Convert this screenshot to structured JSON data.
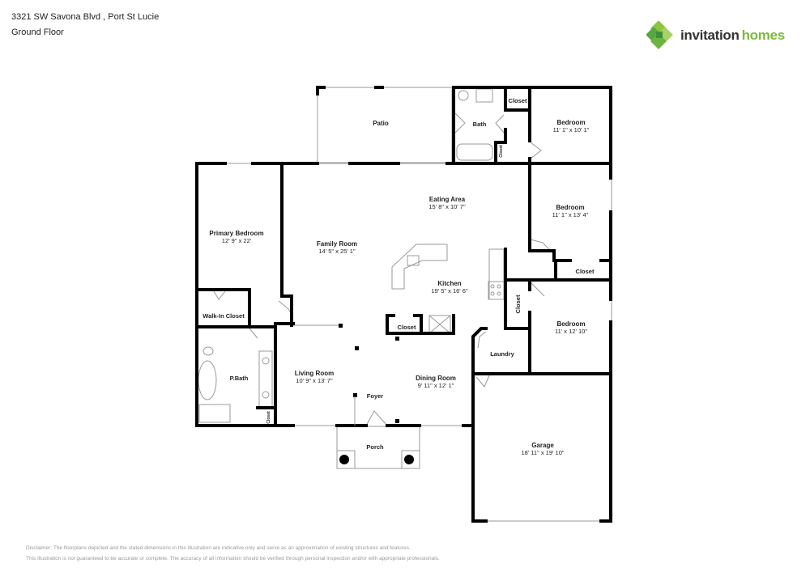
{
  "header": {
    "address": "3321 SW Savona Blvd , Port St Lucie",
    "floor": "Ground Floor"
  },
  "logo": {
    "word1": "invitation",
    "word2": "homes",
    "brand_green": "#7dbb3c",
    "icon": "clover-diamond-logo-icon"
  },
  "rooms": {
    "patio": {
      "name": "Patio"
    },
    "bath": {
      "name": "Bath"
    },
    "closet_top": {
      "name": "Closet"
    },
    "closet_bath": {
      "name": "Closet"
    },
    "bedroom1": {
      "name": "Bedroom",
      "dim": "11' 1\" x 10' 1\""
    },
    "eating_area": {
      "name": "Eating Area",
      "dim": "15' 8\" x 10' 7\""
    },
    "bedroom2": {
      "name": "Bedroom",
      "dim": "11' 1\" x 13' 4\""
    },
    "closet_bed2": {
      "name": "Closet"
    },
    "primary_bedroom": {
      "name": "Primary Bedroom",
      "dim": "12' 9\" x 22'"
    },
    "family_room": {
      "name": "Family Room",
      "dim": "14' 5\" x 25' 1\""
    },
    "kitchen": {
      "name": "Kitchen",
      "dim": "19' 5\" x 16' 6\""
    },
    "closet_kitchen": {
      "name": "Closet"
    },
    "closet_hall": {
      "name": "Closet"
    },
    "bedroom3": {
      "name": "Bedroom",
      "dim": "11' x 12' 10\""
    },
    "walk_in_closet": {
      "name": "Walk-In Closet"
    },
    "laundry": {
      "name": "Laundry"
    },
    "p_bath": {
      "name": "P.Bath"
    },
    "closet_pbath": {
      "name": "Closet"
    },
    "living_room": {
      "name": "Living Room",
      "dim": "10' 9\" x 13' 7\""
    },
    "foyer": {
      "name": "Foyer"
    },
    "dining_room": {
      "name": "Dining Room",
      "dim": "9' 11\" x 12' 1\""
    },
    "garage": {
      "name": "Garage",
      "dim": "18' 11\" x 19' 10\""
    },
    "porch": {
      "name": "Porch"
    }
  },
  "disclaimer": {
    "line1": "Disclaimer: The floorplans depicted and the stated dimensions in this illustration are indicative only and serve as an approximation of existing structures and features.",
    "line2": "This illustration is not guaranteed to be accurate or complete. The accuracy of all information should be verified through personal inspection and/or with appropriate professionals."
  }
}
